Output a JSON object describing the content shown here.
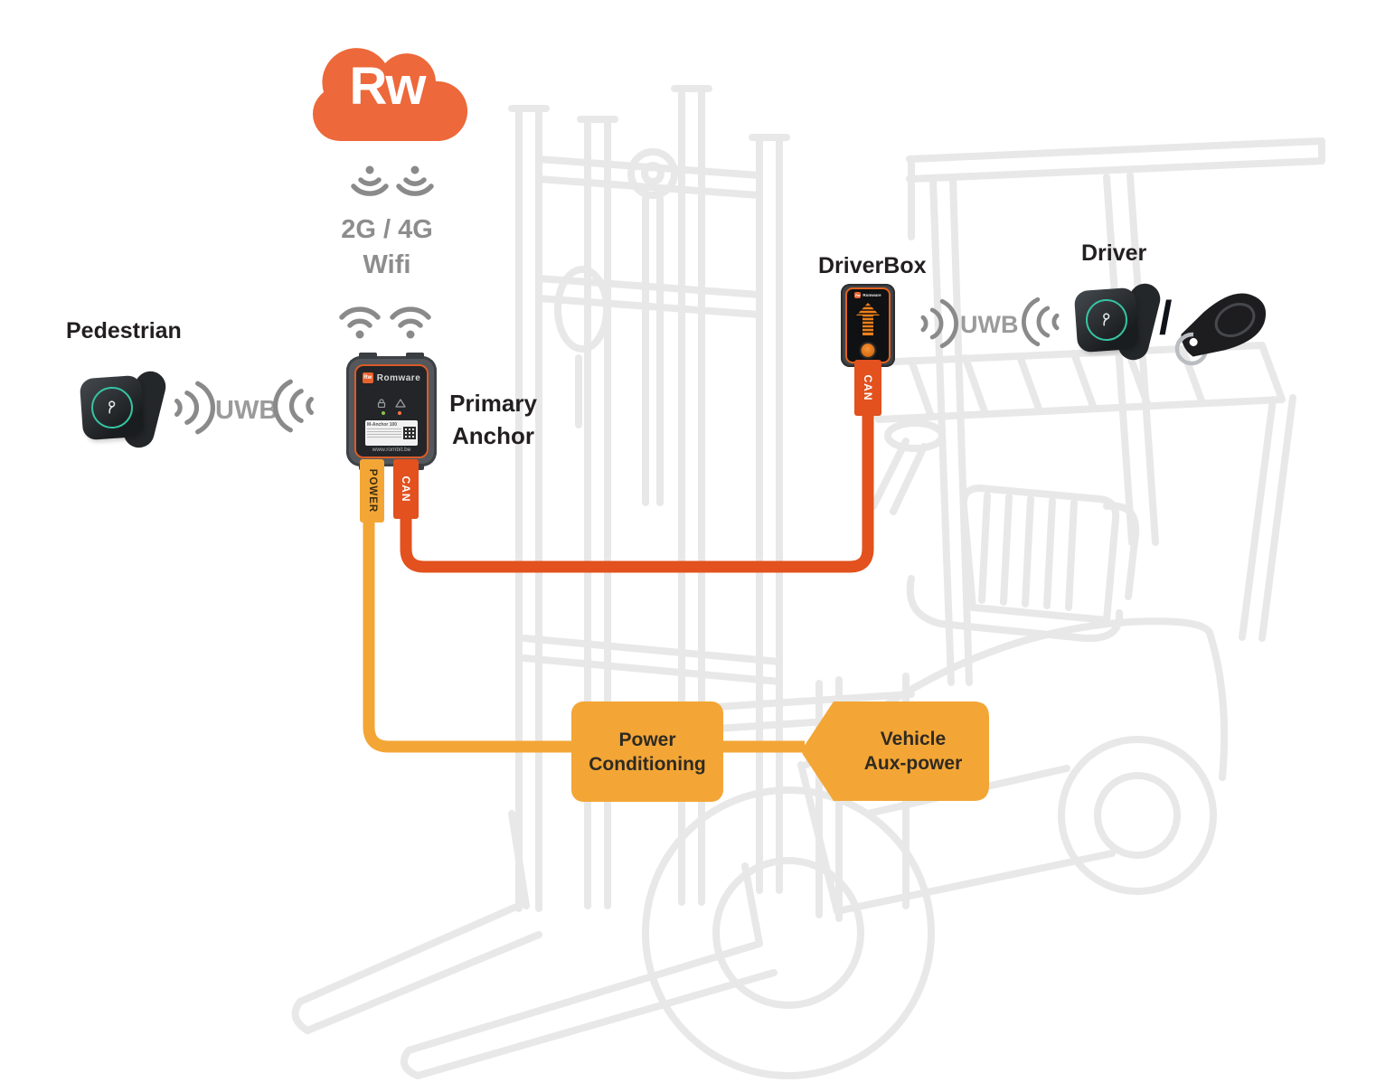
{
  "colors": {
    "brand_orange": "#ED683A",
    "can_orange": "#E2511E",
    "power_amber": "#F3A636",
    "icon_gray": "#8A8A8A",
    "uwb_gray": "#9B9B9B",
    "text_dark": "#231F20",
    "wearable_ring_teal": "#35C3A2"
  },
  "cloud": {
    "logo": "Rw"
  },
  "connectivity": {
    "cellular": "2G / 4G",
    "wifi": "Wifi"
  },
  "pedestrian": {
    "label": "Pedestrian",
    "uwb_label": "UWB"
  },
  "anchor": {
    "title_line1": "Primary",
    "title_line2": "Anchor",
    "brand_logo": "Rw",
    "brand_name": "Romware",
    "sticker_model": "M-Anchor 100",
    "device_url": "www.rombit.be",
    "power_tag": "POWER",
    "can_tag": "CAN"
  },
  "driverbox": {
    "label": "DriverBox",
    "brand_logo": "Rw",
    "brand_name": "Romware",
    "can_tag": "CAN",
    "uwb_label": "UWB"
  },
  "driver": {
    "label": "Driver",
    "separator": "/"
  },
  "power_chain": {
    "conditioning_line1": "Power",
    "conditioning_line2": "Conditioning",
    "vehicle_line1": "Vehicle",
    "vehicle_line2": "Aux-power"
  }
}
